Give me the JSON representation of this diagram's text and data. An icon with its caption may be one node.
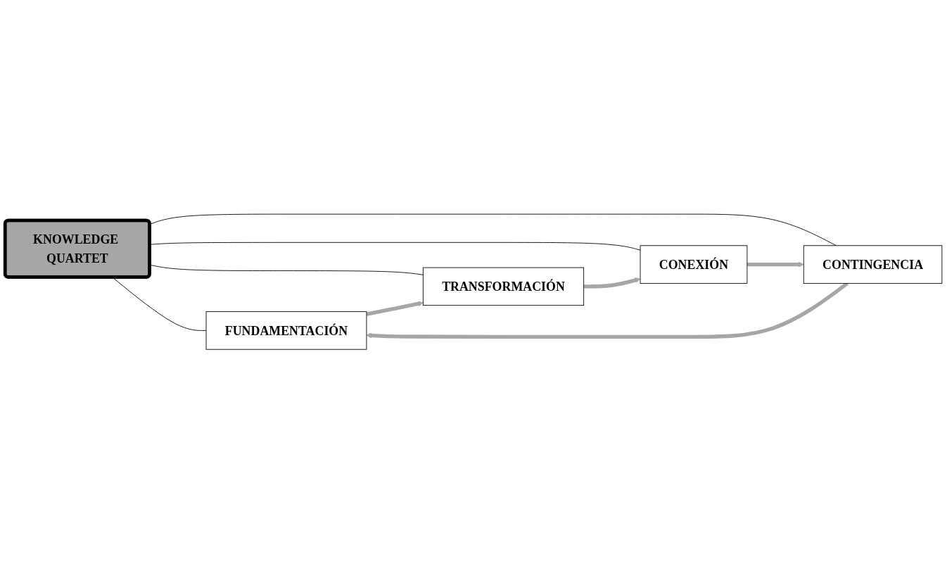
{
  "diagram": {
    "nodes": [
      {
        "text": [
          "FUNDAMENTACIÓN"
        ]
      },
      {
        "text": [
          "TRANSFORMACIÓN"
        ]
      },
      {
        "text": [
          "KNOWLEDGE QUARTET"
        ]
      },
      {
        "text": [
          "CONTINGENCIA"
        ]
      },
      {
        "text": [
          "CONEXIÓN"
        ]
      }
    ],
    "edges": [
      {
        "from": 2,
        "to": 0,
        "arrow": "none"
      },
      {
        "from": 2,
        "to": 1,
        "arrow": "none"
      },
      {
        "from": 2,
        "to": 3,
        "arrow": "none"
      },
      {
        "from": 2,
        "to": 4,
        "arrow": "none"
      },
      {
        "from": 0,
        "to": 1,
        "arrow": "to",
        "style": "thick",
        "color": "#a6a6a6"
      },
      {
        "from": 1,
        "to": 4,
        "arrow": "to",
        "style": "thick",
        "color": "#a6a6a6"
      },
      {
        "from": 4,
        "to": 3,
        "arrow": "to",
        "style": "thick",
        "color": "#a6a6a6"
      },
      {
        "from": 3,
        "to": 0,
        "arrow": "to",
        "style": "thick",
        "color": "#a6a6a6"
      }
    ]
  }
}
